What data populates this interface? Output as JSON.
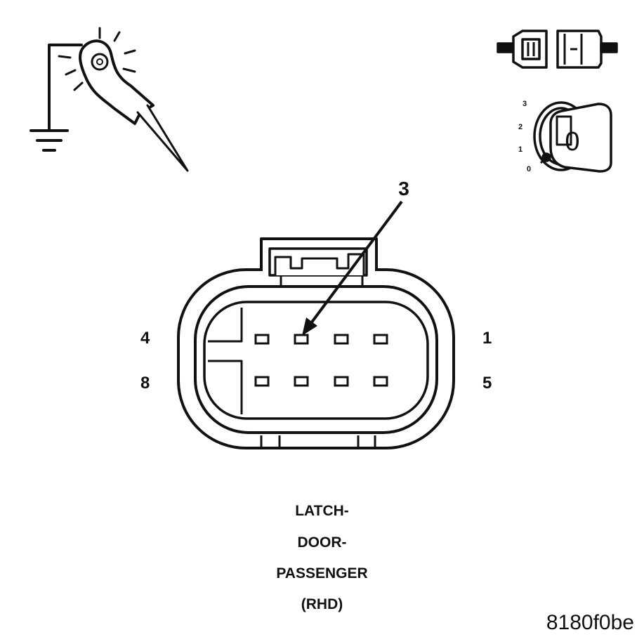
{
  "callout": {
    "pin": "3"
  },
  "pin_labels": {
    "top_left": "4",
    "top_right": "1",
    "bottom_left": "8",
    "bottom_right": "5"
  },
  "caption": {
    "line1": "LATCH-",
    "line2": "DOOR-",
    "line3": "PASSENGER",
    "line4": "(RHD)"
  },
  "reference_code": "8180f0be",
  "ignition_key": {
    "positions": [
      "3",
      "2",
      "1",
      "0"
    ],
    "key_label": "0"
  },
  "icons": {
    "test_light": "test-light-probe-icon",
    "ground": "ground-symbol-icon",
    "connector": "connector-disconnected-icon",
    "key": "ignition-key-icon"
  }
}
